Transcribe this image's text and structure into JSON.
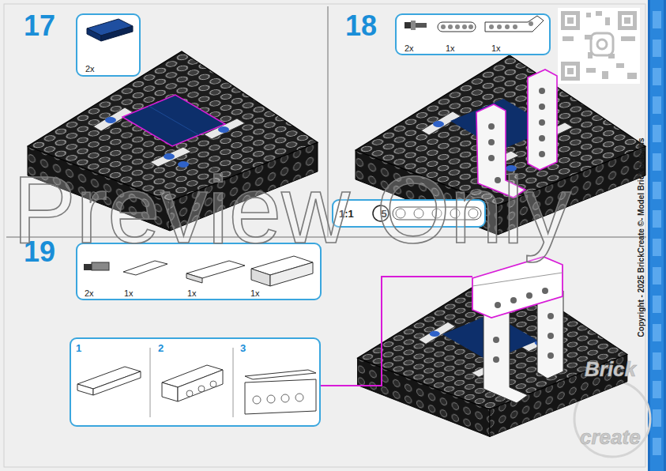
{
  "diagram": {
    "nodes": [
      {
        "text": [
          "2x"
        ]
      },
      {
        "text": [
          "2x",
          "1x",
          "1x"
        ]
      },
      {
        "text": [
          "1:1",
          "5"
        ]
      },
      {
        "text": [
          "2x",
          "1x",
          "1x",
          "1x"
        ]
      },
      {
        "text": [
          "1",
          "2",
          "3"
        ]
      }
    ],
    "labels": [
      "17",
      "18",
      "19",
      "Preview Only",
      "Copyright - 2025 BrickCreate ©- Model Brick Designs",
      "Brick",
      "create"
    ]
  }
}
